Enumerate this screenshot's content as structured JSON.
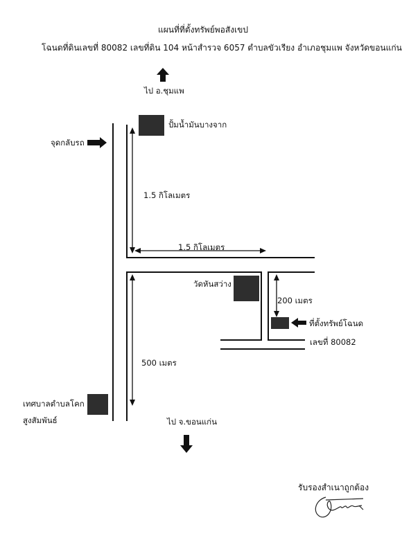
{
  "header": {
    "title": "แผนที่ที่ตั้งทรัพย์พอสังเขป",
    "subtitle": "โฉนดที่ดินเลขที่ 80082 เลขที่ดิน 104 หน้าสำรวจ 6057 ตำบลขัวเรียง อำเภอชุมแพ จังหวัดขอนแก่น"
  },
  "map": {
    "to_north": "ไป อ.ชุมแพ",
    "gas_station": "ปั้มน้ำมันบางจาก",
    "u_turn": "จุดกลับรถ",
    "dist_north_road": "1.5 กิโลเมตร",
    "dist_east_road": "1.5 กิโลเมตร",
    "temple": "วัดหันสว่าง",
    "dist_side_road": "200 เมตร",
    "property_label": "ที่ตั้งทรัพย์โฉนด",
    "property_number": "เลขที่ 80082",
    "dist_south_road": "500 เมตร",
    "municipality_line1": "เทศบาลตำบลโคก",
    "municipality_line2": "สูงสัมพันธ์",
    "to_south": "ไป จ.ขอนแก่น"
  },
  "certification": {
    "text": "รับรองสำเนาถูกต้อง"
  },
  "colors": {
    "ink": "#111111",
    "block": "#2e2e2e"
  }
}
